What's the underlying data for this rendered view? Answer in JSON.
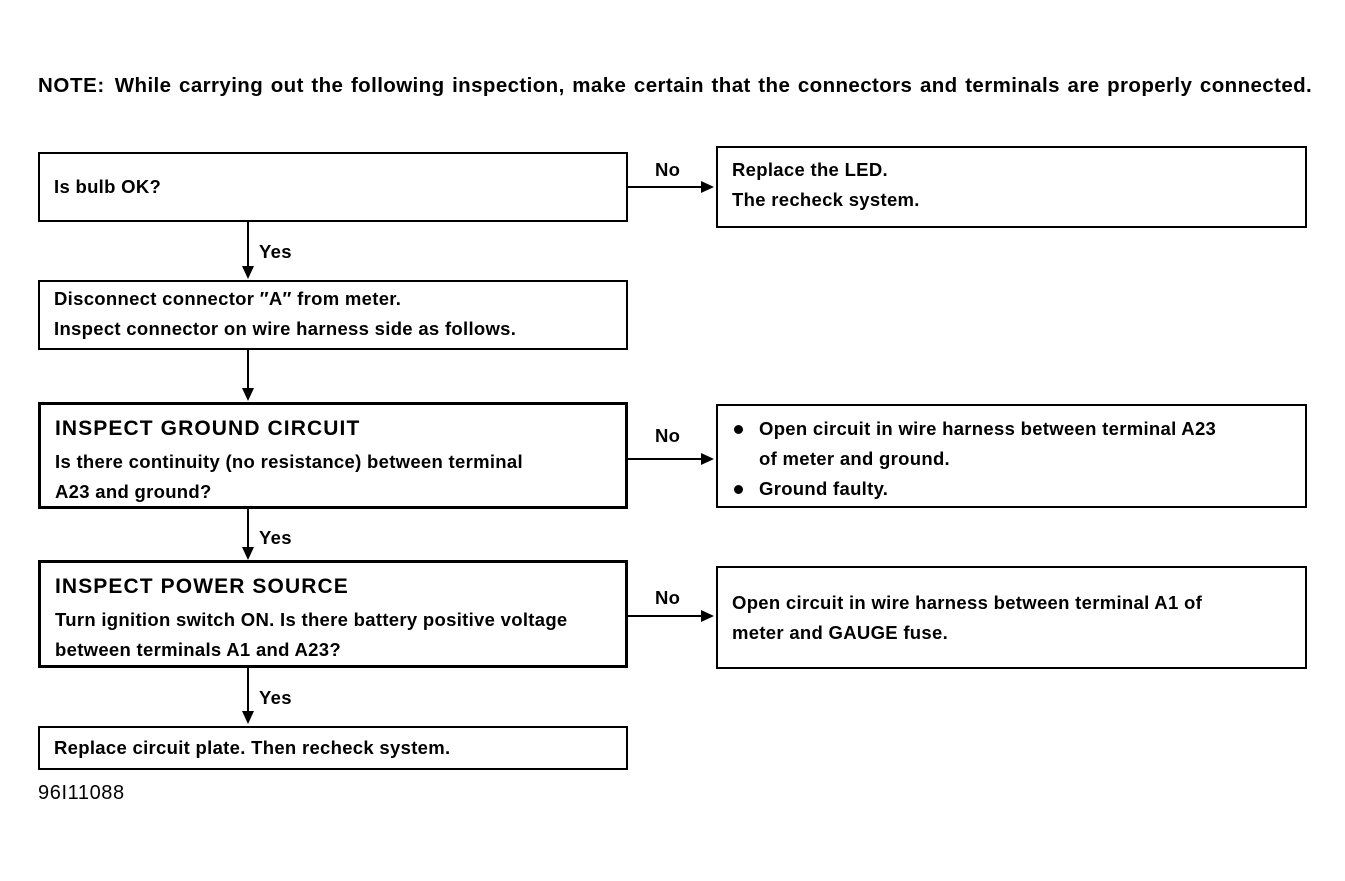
{
  "note": {
    "label": "NOTE:",
    "text": "While carrying out the following inspection, make certain that the connectors and terminals are properly connected."
  },
  "figure_id": "96I11088",
  "boxes": {
    "bulb_check": {
      "lines": [
        "Is bulb OK?"
      ]
    },
    "replace_led": {
      "lines": [
        "Replace the LED.",
        "The recheck system."
      ]
    },
    "disconnect": {
      "lines": [
        "Disconnect connector ″A″ from meter.",
        "Inspect connector on wire harness side as follows."
      ]
    },
    "inspect_ground": {
      "heading": "INSPECT GROUND CIRCUIT",
      "lines": [
        "Is there continuity (no resistance) between terminal",
        "A23 and ground?"
      ]
    },
    "ground_faults": {
      "bullets": [
        [
          "Open circuit in wire harness between terminal A23",
          "of meter and ground."
        ],
        [
          "Ground faulty."
        ]
      ]
    },
    "inspect_power": {
      "heading": "INSPECT POWER SOURCE",
      "lines": [
        "Turn ignition switch ON. Is there battery positive voltage",
        "between terminals A1 and A23?"
      ]
    },
    "power_fault": {
      "lines": [
        "Open circuit in wire harness between terminal A1 of",
        "meter and GAUGE fuse."
      ]
    },
    "replace_plate": {
      "lines": [
        "Replace circuit plate. Then recheck system."
      ]
    }
  },
  "edge_labels": {
    "no_bulb": "No",
    "yes_bulb": "Yes",
    "no_ground": "No",
    "yes_ground": "Yes",
    "no_power": "No",
    "yes_power": "Yes"
  }
}
